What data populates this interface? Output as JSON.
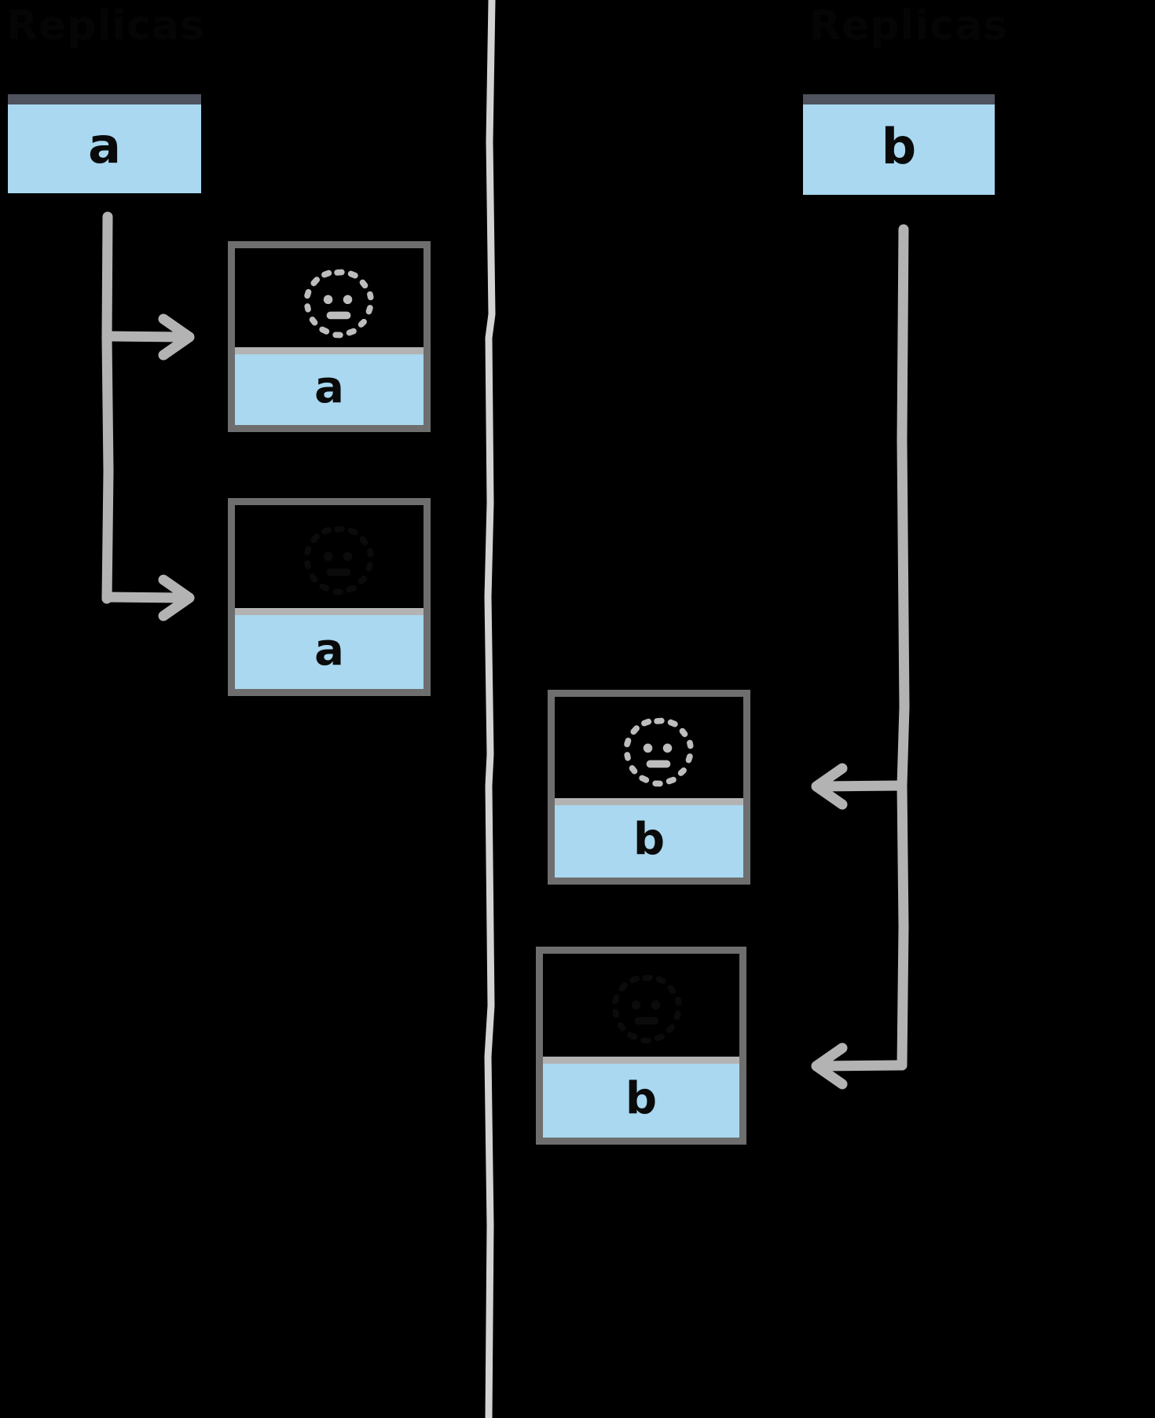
{
  "diagram": {
    "title_left": "Replicas",
    "title_right": "Replicas",
    "background_color": "#000000",
    "accent_fill": "#a9d8f0",
    "stroke_color": "#b3b3b3",
    "card_border_color": "#6e6e6e",
    "header_bar_color": "#4e535e"
  },
  "left_column": {
    "heading": "Replicas",
    "source_box": {
      "label": "a",
      "name": "source-box-a"
    },
    "cards": [
      {
        "label": "a",
        "icon": "dashed-face-icon",
        "icon_visible": true
      },
      {
        "label": "a",
        "icon": "dashed-face-icon",
        "icon_visible": false
      }
    ],
    "arrows": [
      {
        "from": "source-box-a",
        "to": "card-a1",
        "direction": "right"
      },
      {
        "from": "source-box-a",
        "to": "card-a2",
        "direction": "right"
      }
    ]
  },
  "right_column": {
    "heading": "Replicas",
    "source_box": {
      "label": "b",
      "name": "source-box-b"
    },
    "cards": [
      {
        "label": "b",
        "icon": "dashed-face-icon",
        "icon_visible": true
      },
      {
        "label": "b",
        "icon": "dashed-face-icon",
        "icon_visible": false
      }
    ],
    "arrows": [
      {
        "from": "source-box-b",
        "to": "card-b1",
        "direction": "left"
      },
      {
        "from": "source-box-b",
        "to": "card-b2",
        "direction": "left"
      }
    ]
  },
  "divider": {
    "style": "dashed-vertical",
    "name": "column-divider"
  }
}
